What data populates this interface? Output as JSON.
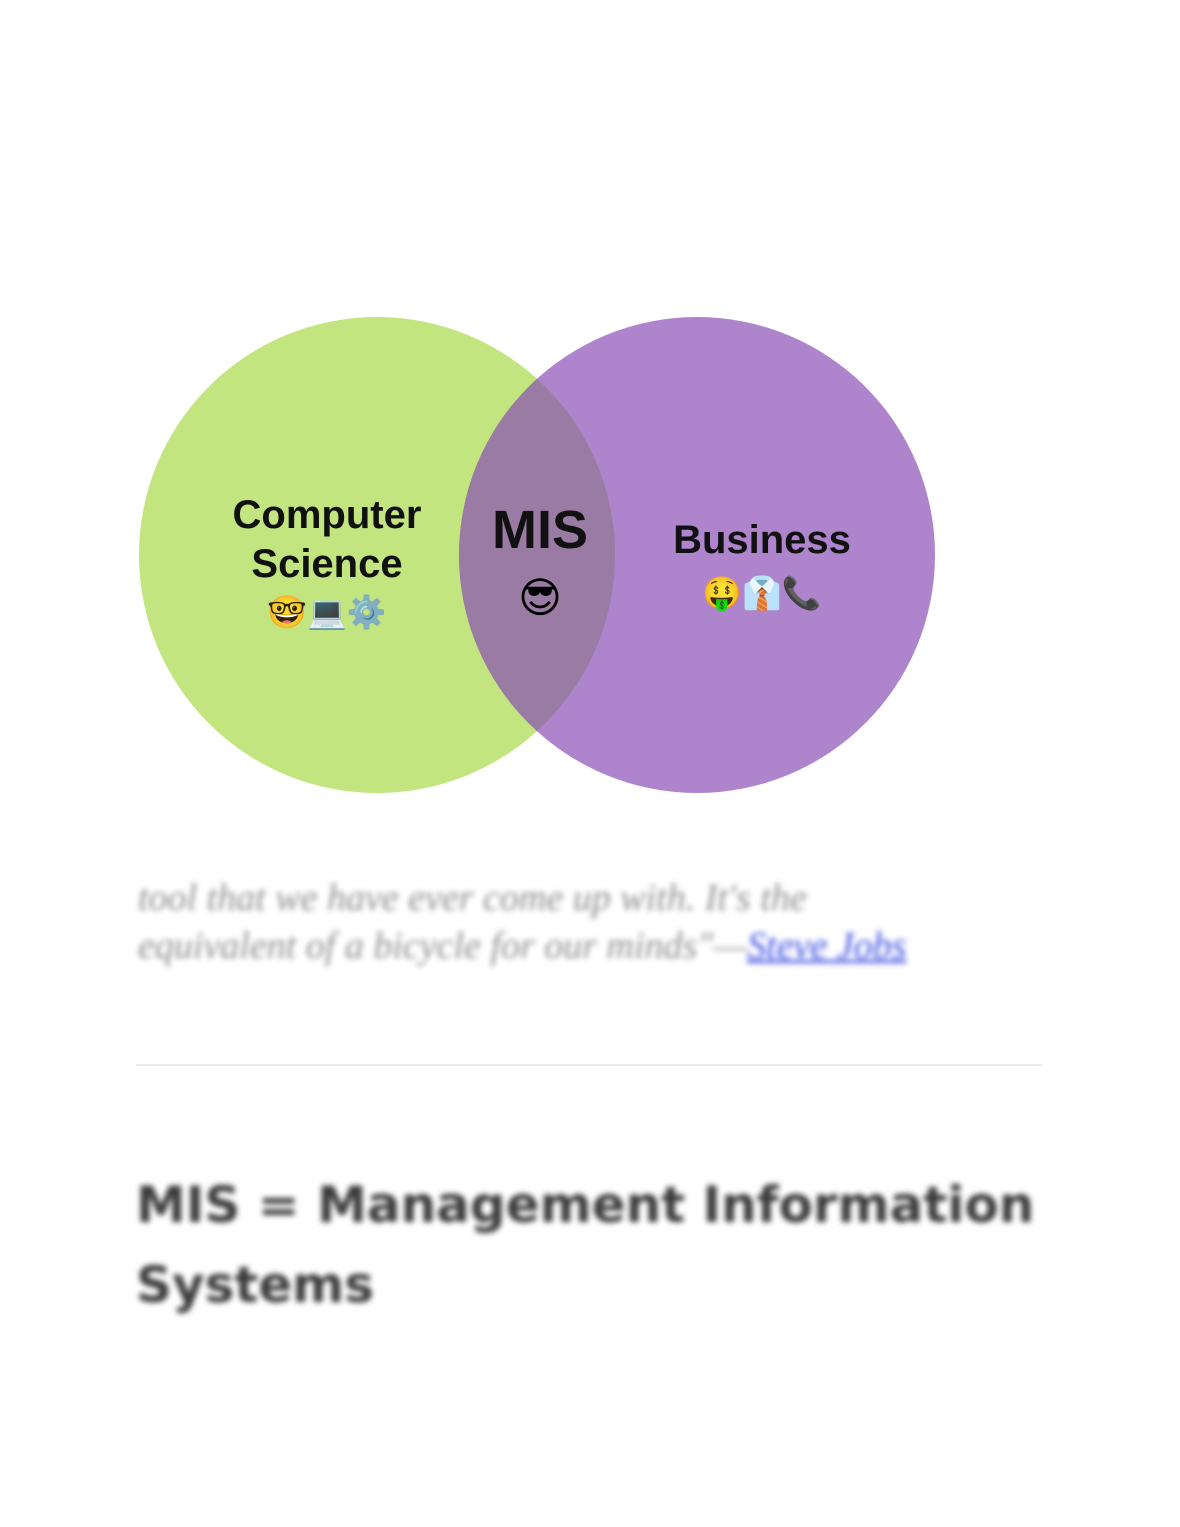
{
  "diagram": {
    "left_circle": {
      "label_line1": "Computer",
      "label_line2": "Science",
      "emojis": "🤓💻⚙️",
      "color": "#c2e580"
    },
    "overlap": {
      "label": "MIS",
      "emoji": "😎",
      "color": "#9a7ba3"
    },
    "right_circle": {
      "label": "Business",
      "emojis": "🤑👔📞",
      "color": "#ae84cd"
    }
  },
  "quote": {
    "line1": "tool that we have ever come up with. It's the",
    "line2": "equivalent of a bicycle for our minds\"—",
    "link_text": "Steve Jobs"
  },
  "heading": {
    "text": "MIS = Management Information Systems"
  },
  "colors": {
    "link": "#3b4fe0",
    "quote_text": "#8f8f8f",
    "heading_text": "#3a3a3a"
  }
}
